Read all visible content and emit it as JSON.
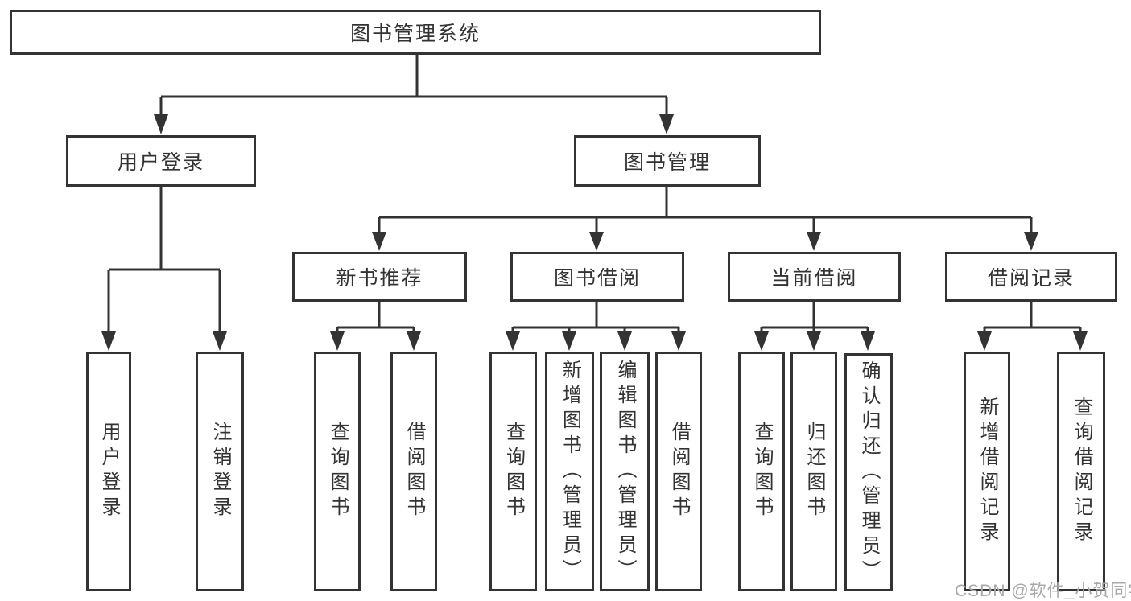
{
  "colors": {
    "line": "#333333",
    "box_border": "#333333",
    "text": "#333333",
    "watermark": "#a8a8a8",
    "background": "#ffffff"
  },
  "watermark": {
    "text": "CSDN @软件_小贺同学"
  },
  "diagram": {
    "type": "hierarchy-tree",
    "root": {
      "label": "图书管理系统"
    },
    "branches": [
      {
        "label": "用户登录",
        "children": [
          {
            "label": "用户登录"
          },
          {
            "label": "注销登录"
          }
        ]
      },
      {
        "label": "图书管理",
        "children": [
          {
            "label": "新书推荐",
            "children": [
              {
                "label": "查询图书"
              },
              {
                "label": "借阅图书"
              }
            ]
          },
          {
            "label": "图书借阅",
            "children": [
              {
                "label": "查询图书"
              },
              {
                "label": "新增图书（管理员）"
              },
              {
                "label": "编辑图书（管理员）"
              },
              {
                "label": "借阅图书"
              }
            ]
          },
          {
            "label": "当前借阅",
            "children": [
              {
                "label": "查询图书"
              },
              {
                "label": "归还图书"
              },
              {
                "label": "确认归还（管理员）"
              }
            ]
          },
          {
            "label": "借阅记录",
            "children": [
              {
                "label": "新增借阅记录"
              },
              {
                "label": "查询借阅记录"
              }
            ]
          }
        ]
      }
    ]
  }
}
